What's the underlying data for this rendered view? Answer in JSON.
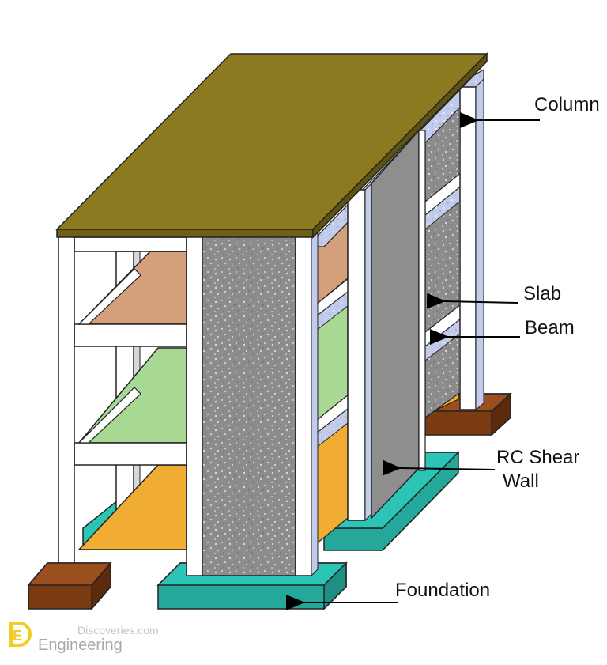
{
  "labels": {
    "column": "Column",
    "slab": "Slab",
    "beam": "Beam",
    "shear_wall_line1": "RC Shear",
    "shear_wall_line2": "Wall",
    "foundation": "Foundation"
  },
  "watermark": {
    "logo_letter": "E",
    "line1": "Discoveries.com",
    "line2": "Engineering"
  },
  "colors": {
    "roof": "#8b7a1f",
    "column": "#ffffff",
    "shear_wall": "#8e8e8e",
    "slab_top": "#d4a07c",
    "slab_middle": "#a8d994",
    "slab_bottom": "#f1ac34",
    "foundation_teal": "#2cc4b4",
    "foundation_brown": "#7a3a12",
    "beam_edge": "#b9c3e6"
  }
}
